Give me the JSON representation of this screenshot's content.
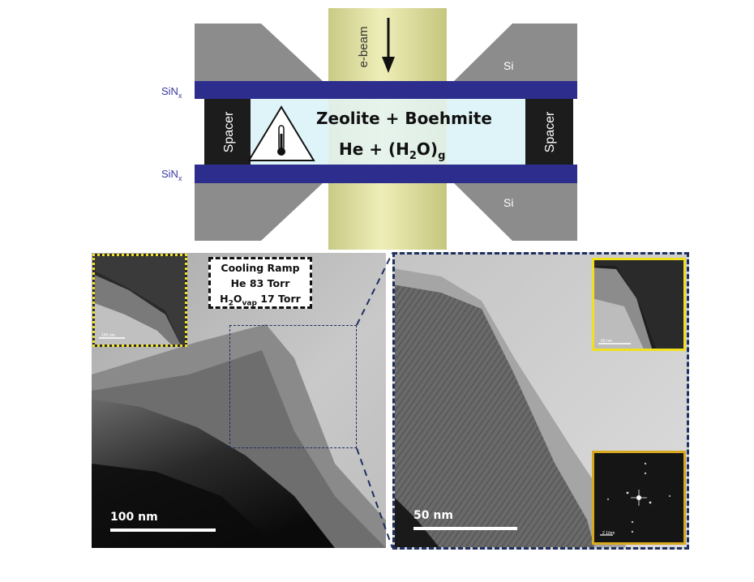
{
  "schematic": {
    "beam_label": "e-beam",
    "sinx_top": "SiN",
    "sinx_top_sub": "x",
    "sinx_bottom": "SiN",
    "sinx_bottom_sub": "x",
    "si_top": "Si",
    "si_bottom": "Si",
    "spacer_left": "Spacer",
    "spacer_right": "Spacer",
    "line1": "Zeolite + Boehmite",
    "line2_a": "He + (H",
    "line2_sub2": "2",
    "line2_b": "O)",
    "line2_subg": "g"
  },
  "annotation": {
    "line1": "Cooling Ramp",
    "line2": "He 83 Torr",
    "line3_a": "H",
    "line3_sub1": "2",
    "line3_b": "O",
    "line3_sub2": "vap",
    "line3_c": " 17 Torr"
  },
  "left_image": {
    "scale_label": "100 nm",
    "inset_scale": "100 nm"
  },
  "right_image": {
    "scale_label": "50 nm",
    "inset_scale": "50 nm",
    "fft_scale": "2 1/nm"
  },
  "colors": {
    "sinx": "#2d2d8e",
    "si": "#8c8c8c",
    "spacer": "#1c1c1c",
    "beam": "#dfe0a0",
    "chamber": "#dff4f8",
    "inset_border_yellow": "#f0e020",
    "fft_border": "#d8a820",
    "zoom_border": "#1e2f5f"
  }
}
